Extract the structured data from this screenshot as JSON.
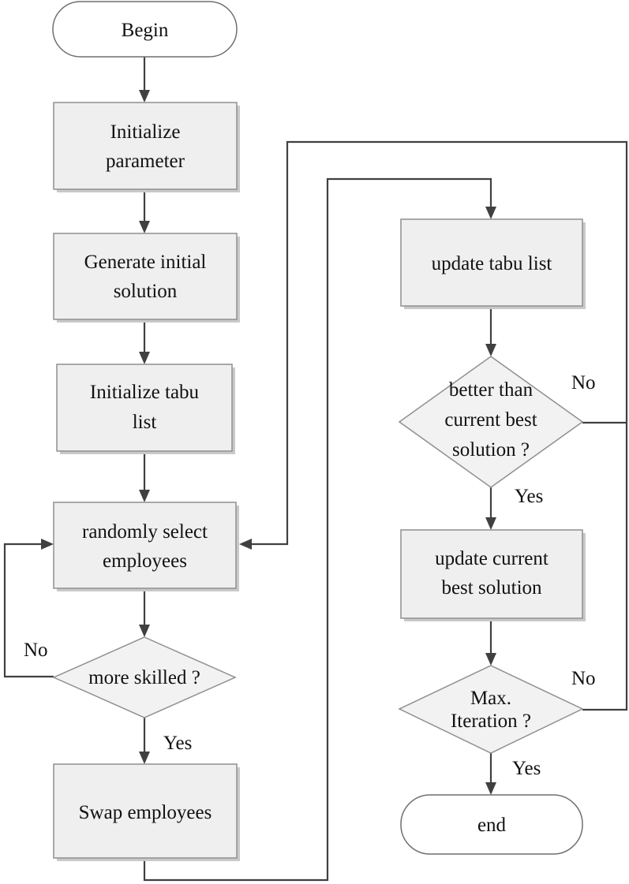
{
  "nodes": {
    "begin": "Begin",
    "init_param": [
      "Initialize",
      "parameter"
    ],
    "gen_solution": [
      "Generate initial",
      "solution"
    ],
    "init_tabu": [
      "Initialize tabu",
      "list"
    ],
    "random_select": [
      "randomly select",
      "employees"
    ],
    "more_skilled": "more skilled ?",
    "swap": "Swap employees",
    "update_tabu": "update tabu list",
    "better_than": [
      "better than",
      "current best",
      "solution ?"
    ],
    "update_best": [
      "update current",
      "best solution"
    ],
    "max_iter": [
      "Max.",
      "Iteration ?"
    ],
    "end": "end"
  },
  "edge_labels": {
    "skilled_no": "No",
    "skilled_yes": "Yes",
    "better_no": "No",
    "better_yes": "Yes",
    "max_no": "No",
    "max_yes": "Yes"
  }
}
